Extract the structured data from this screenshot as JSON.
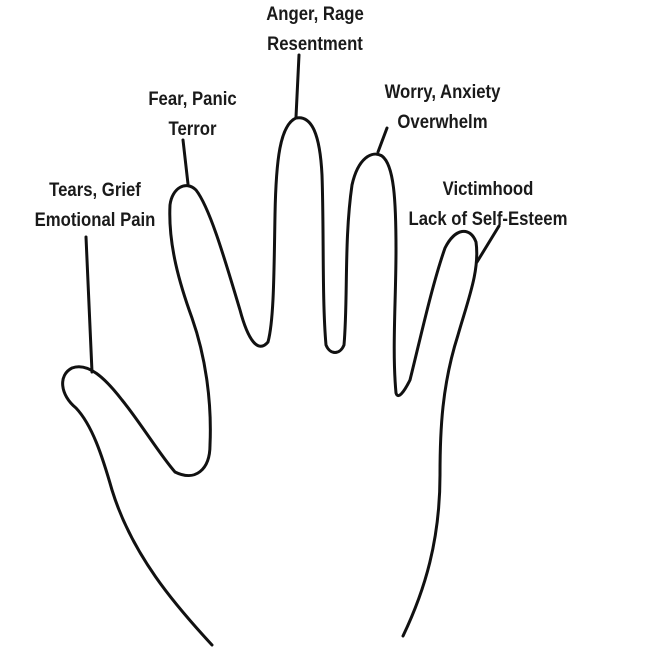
{
  "labels": {
    "thumb": {
      "line1": "Tears, Grief",
      "line2": "Emotional Pain"
    },
    "index": {
      "line1": "Fear, Panic",
      "line2": "Terror"
    },
    "middle": {
      "line1": "Anger, Rage",
      "line2": "Resentment"
    },
    "ring": {
      "line1": "Worry, Anxiety",
      "line2": "Overwhelm"
    },
    "pinky": {
      "line1": "Victimhood",
      "line2": "Lack of Self-Esteem"
    }
  },
  "colors": {
    "outline": "#111111",
    "background": "#ffffff",
    "text": "#1a1a1a"
  }
}
